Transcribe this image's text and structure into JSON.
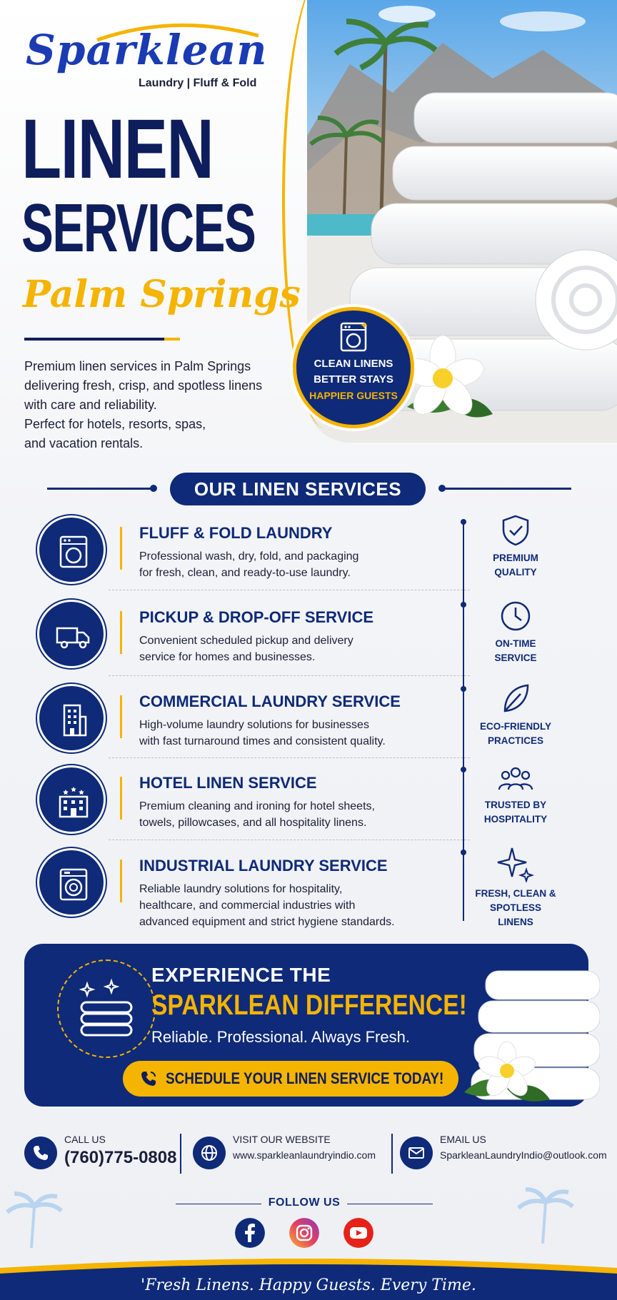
{
  "brand": {
    "name": "Sparklean",
    "tagline": "Laundry | Fluff & Fold"
  },
  "hero": {
    "title_line1": "LINEN",
    "title_line2": "SERVICES",
    "subtitle": "Palm Springs",
    "description_lines": [
      "Premium linen services in Palm Springs",
      "delivering fresh, crisp, and spotless linens",
      "with care and reliability.",
      "Perfect for hotels, resorts, spas,",
      "and vacation rentals."
    ],
    "badge": {
      "line1": "CLEAN LINENS",
      "line2": "BETTER STAYS",
      "line3": "HAPPIER GUESTS",
      "icon": "washing-machine-icon"
    }
  },
  "services_section": {
    "title": "OUR LINEN SERVICES",
    "items": [
      {
        "title": "FLUFF & FOLD LAUNDRY",
        "desc_lines": [
          "Professional wash, dry, fold, and packaging",
          "for fresh, clean, and ready-to-use laundry."
        ],
        "icon": "washing-machine-icon"
      },
      {
        "title": "PICKUP & DROP-OFF SERVICE",
        "desc_lines": [
          "Convenient scheduled pickup and delivery",
          "service for homes and businesses."
        ],
        "icon": "delivery-truck-icon"
      },
      {
        "title": "COMMERCIAL LAUNDRY SERVICE",
        "desc_lines": [
          "High-volume laundry solutions for businesses",
          "with fast turnaround times and consistent quality."
        ],
        "icon": "office-building-icon"
      },
      {
        "title": "HOTEL LINEN SERVICE",
        "desc_lines": [
          "Premium cleaning and ironing for hotel sheets,",
          "towels, pillowcases, and all hospitality linens."
        ],
        "icon": "hotel-icon"
      },
      {
        "title": "INDUSTRIAL LAUNDRY SERVICE",
        "desc_lines": [
          "Reliable laundry solutions for hospitality,",
          "healthcare, and commercial industries with",
          "advanced equipment and strict hygiene standards."
        ],
        "icon": "industrial-washer-icon"
      }
    ]
  },
  "features": [
    {
      "line1": "PREMIUM",
      "line2": "QUALITY",
      "icon": "shield-check-icon"
    },
    {
      "line1": "ON-TIME",
      "line2": "SERVICE",
      "icon": "clock-icon"
    },
    {
      "line1": "ECO-FRIENDLY",
      "line2": "PRACTICES",
      "icon": "leaf-icon"
    },
    {
      "line1": "TRUSTED BY",
      "line2": "HOSPITALITY",
      "icon": "people-icon"
    },
    {
      "line1": "FRESH, CLEAN &",
      "line2": "SPOTLESS LINENS",
      "icon": "sparkle-icon"
    }
  ],
  "cta": {
    "line1": "EXPERIENCE THE",
    "line2": "SPARKLEAN DIFFERENCE!",
    "line3": "Reliable. Professional. Always Fresh.",
    "button_label": "SCHEDULE YOUR LINEN SERVICE TODAY!"
  },
  "contact": {
    "call": {
      "label": "CALL US",
      "value": "(760)775-0808"
    },
    "website": {
      "label": "VISIT OUR WEBSITE",
      "value": "www.sparkleanlaundryindio.com"
    },
    "email": {
      "label": "EMAIL US",
      "value": "SparkleanLaundryIndio@outlook.com"
    }
  },
  "social": {
    "label": "FOLLOW US",
    "networks": [
      "facebook",
      "instagram",
      "youtube"
    ]
  },
  "footer": {
    "slogan": "'Fresh Linens. Happy Guests. Every Time."
  },
  "colors": {
    "navy": "#0e2a78",
    "deep_navy": "#0e1d5c",
    "gold": "#f5b400",
    "brand_blue": "#1a3bb3"
  }
}
